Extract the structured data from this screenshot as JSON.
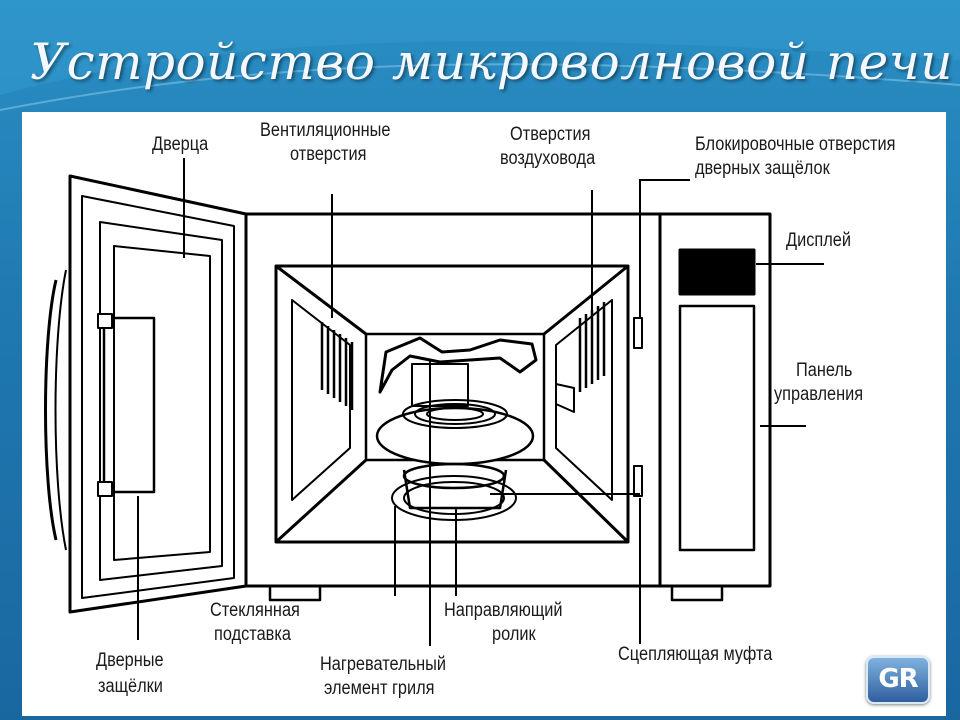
{
  "title": "Устройство микроволновой печи",
  "labels": {
    "door": "Дверца",
    "vent_1": "Вентиляционные",
    "vent_2": "отверстия",
    "duct_1": "Отверстия",
    "duct_2": "воздуховода",
    "interlock_holes_1": "Блокировочные отверстия",
    "interlock_holes_2": "дверных защёлок",
    "display": "Дисплей",
    "control_1": "Панель",
    "control_2": "управления",
    "latches_1": "Дверные",
    "latches_2": "защёлки",
    "glass_1": "Стеклянная",
    "glass_2": "подставка",
    "grill_1": "Нагревательный",
    "grill_2": "элемент гриля",
    "roller_1": "Направляющий",
    "roller_2": "ролик",
    "coupler": "Сцепляющая муфта"
  },
  "logo": {
    "text": "GR"
  },
  "colors": {
    "background": "#1f78b0",
    "title": "#f4f7fb",
    "ink": "#1a1a1a"
  }
}
